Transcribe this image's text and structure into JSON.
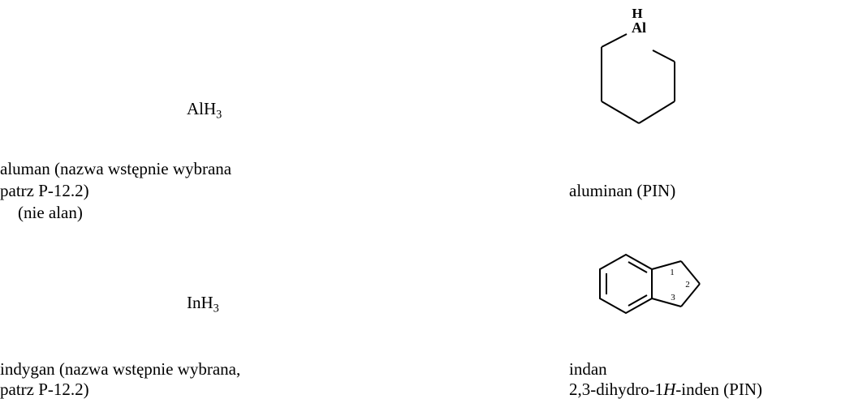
{
  "entries": [
    {
      "formula": {
        "base": "AlH",
        "sub": "3"
      },
      "name_line1": "aluman (nazwa wstępnie wybrana",
      "name_line2": "patrz P-12.2)",
      "name_line3": "(nie alan)",
      "structure": {
        "atom_h": "H",
        "atom_al": "Al"
      },
      "structure_name": "aluminan (PIN)"
    },
    {
      "formula": {
        "base": "InH",
        "sub": "3"
      },
      "name_line1": "indygan (nazwa wstępnie wybrana,",
      "name_line2": "patrz P-12.2)",
      "structure": {
        "locant_1": "1",
        "locant_2": "2",
        "locant_3": "3"
      },
      "structure_name_line1": "indan",
      "structure_name_line2_pre": "2,3-dihydro-1",
      "structure_name_line2_italic": "H",
      "structure_name_line2_post": "-inden (PIN)"
    }
  ]
}
